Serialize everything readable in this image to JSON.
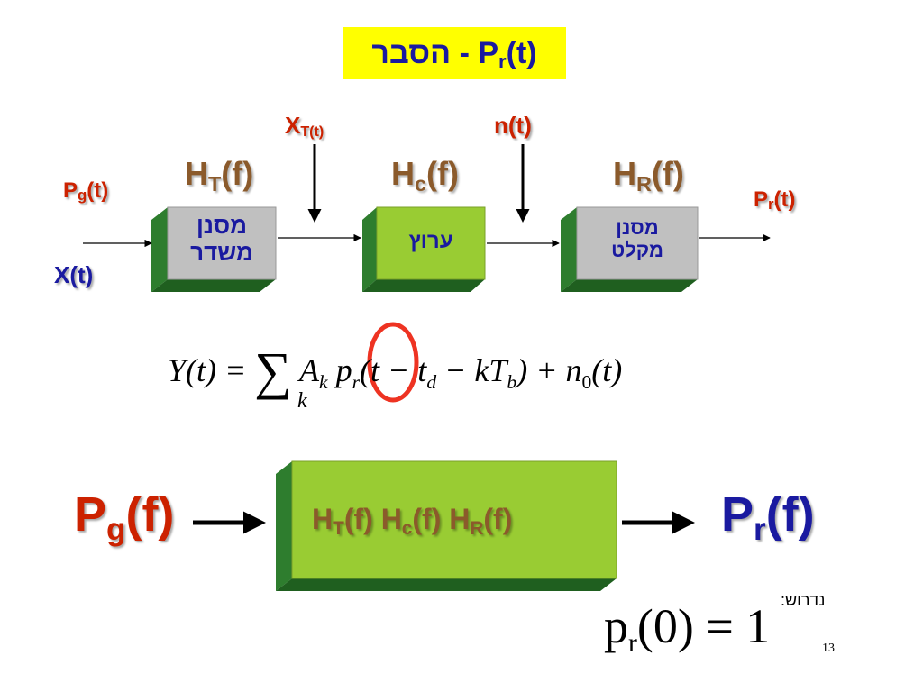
{
  "title": {
    "hebrew": "הסבר",
    "dash": " - ",
    "symbol": "P",
    "symbol_sub": "r",
    "symbol_arg": "(t)"
  },
  "top_diagram": {
    "input_pg": {
      "base": "P",
      "sub": "g",
      "arg": "(t)"
    },
    "input_x": "X(t)",
    "xt_label": {
      "base": "X",
      "sub": "T(t)"
    },
    "nt_label": "n(t)",
    "output_pr": {
      "base": "P",
      "sub": "r",
      "arg": "(t)"
    },
    "blocks": [
      {
        "label_base": "H",
        "label_sub": "T",
        "label_arg": "(f)",
        "text_line1": "מסנן",
        "text_line2": "משדר",
        "color": "#c0c0c0"
      },
      {
        "label_base": "H",
        "label_sub": "c",
        "label_arg": "(f)",
        "text_line1": "ערוץ",
        "text_line2": "",
        "color": "#99cc33"
      },
      {
        "label_base": "H",
        "label_sub": "R",
        "label_arg": "(f)",
        "text_line1": "מסנן",
        "text_line2": "מקלט",
        "color": "#c0c0c0"
      }
    ]
  },
  "equation": {
    "lhs": "Y(t) =",
    "sum": "∑",
    "sum_index": "k",
    "a": "A",
    "a_sub": "k",
    "p": "p",
    "p_sub": "r",
    "arg_open": "(t − t",
    "td_sub": "d",
    "mid": " − kT",
    "tb_sub": "b",
    "close": ") + n",
    "n_sub": "0",
    "tail": "(t)",
    "highlight_color": "#ee3322"
  },
  "bottom_diagram": {
    "input": {
      "base": "P",
      "sub": "g",
      "arg": "(f)"
    },
    "output": {
      "base": "P",
      "sub": "r",
      "arg": "(f)"
    },
    "block_text": [
      {
        "base": "H",
        "sub": "T",
        "arg": "(f)"
      },
      {
        "base": "H",
        "sub": "c",
        "arg": "(f)"
      },
      {
        "base": "H",
        "sub": "R",
        "arg": "(f)"
      }
    ],
    "block_color": "#99cc33"
  },
  "requirement": {
    "label": "נדרוש:",
    "formula_p": "p",
    "formula_sub": "r",
    "formula_rest": "(0) = 1"
  },
  "page_number": "13",
  "colors": {
    "red": "#cc2200",
    "blue": "#1a1aa0",
    "brown": "#8b5a2b",
    "yellow": "#ffff00",
    "green": "#99cc33",
    "gray": "#c0c0c0"
  }
}
